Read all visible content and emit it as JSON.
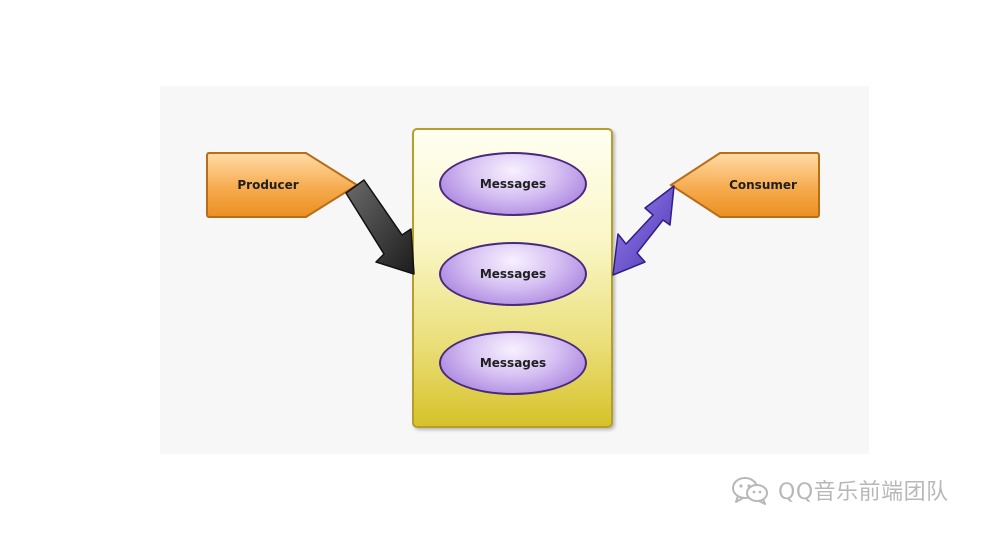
{
  "diagram": {
    "producer_label": "Producer",
    "consumer_label": "Consumer",
    "messages": [
      "Messages",
      "Messages",
      "Messages"
    ]
  },
  "watermark": {
    "text": "QQ音乐前端团队",
    "icon": "wechat-icon"
  },
  "colors": {
    "agent_fill": "#f2a545",
    "queue_fill": "#ead96a",
    "message_fill": "#c6a9ee",
    "producer_arrow": "#3a3a3a",
    "consumer_arrow": "#6a4ed0"
  }
}
